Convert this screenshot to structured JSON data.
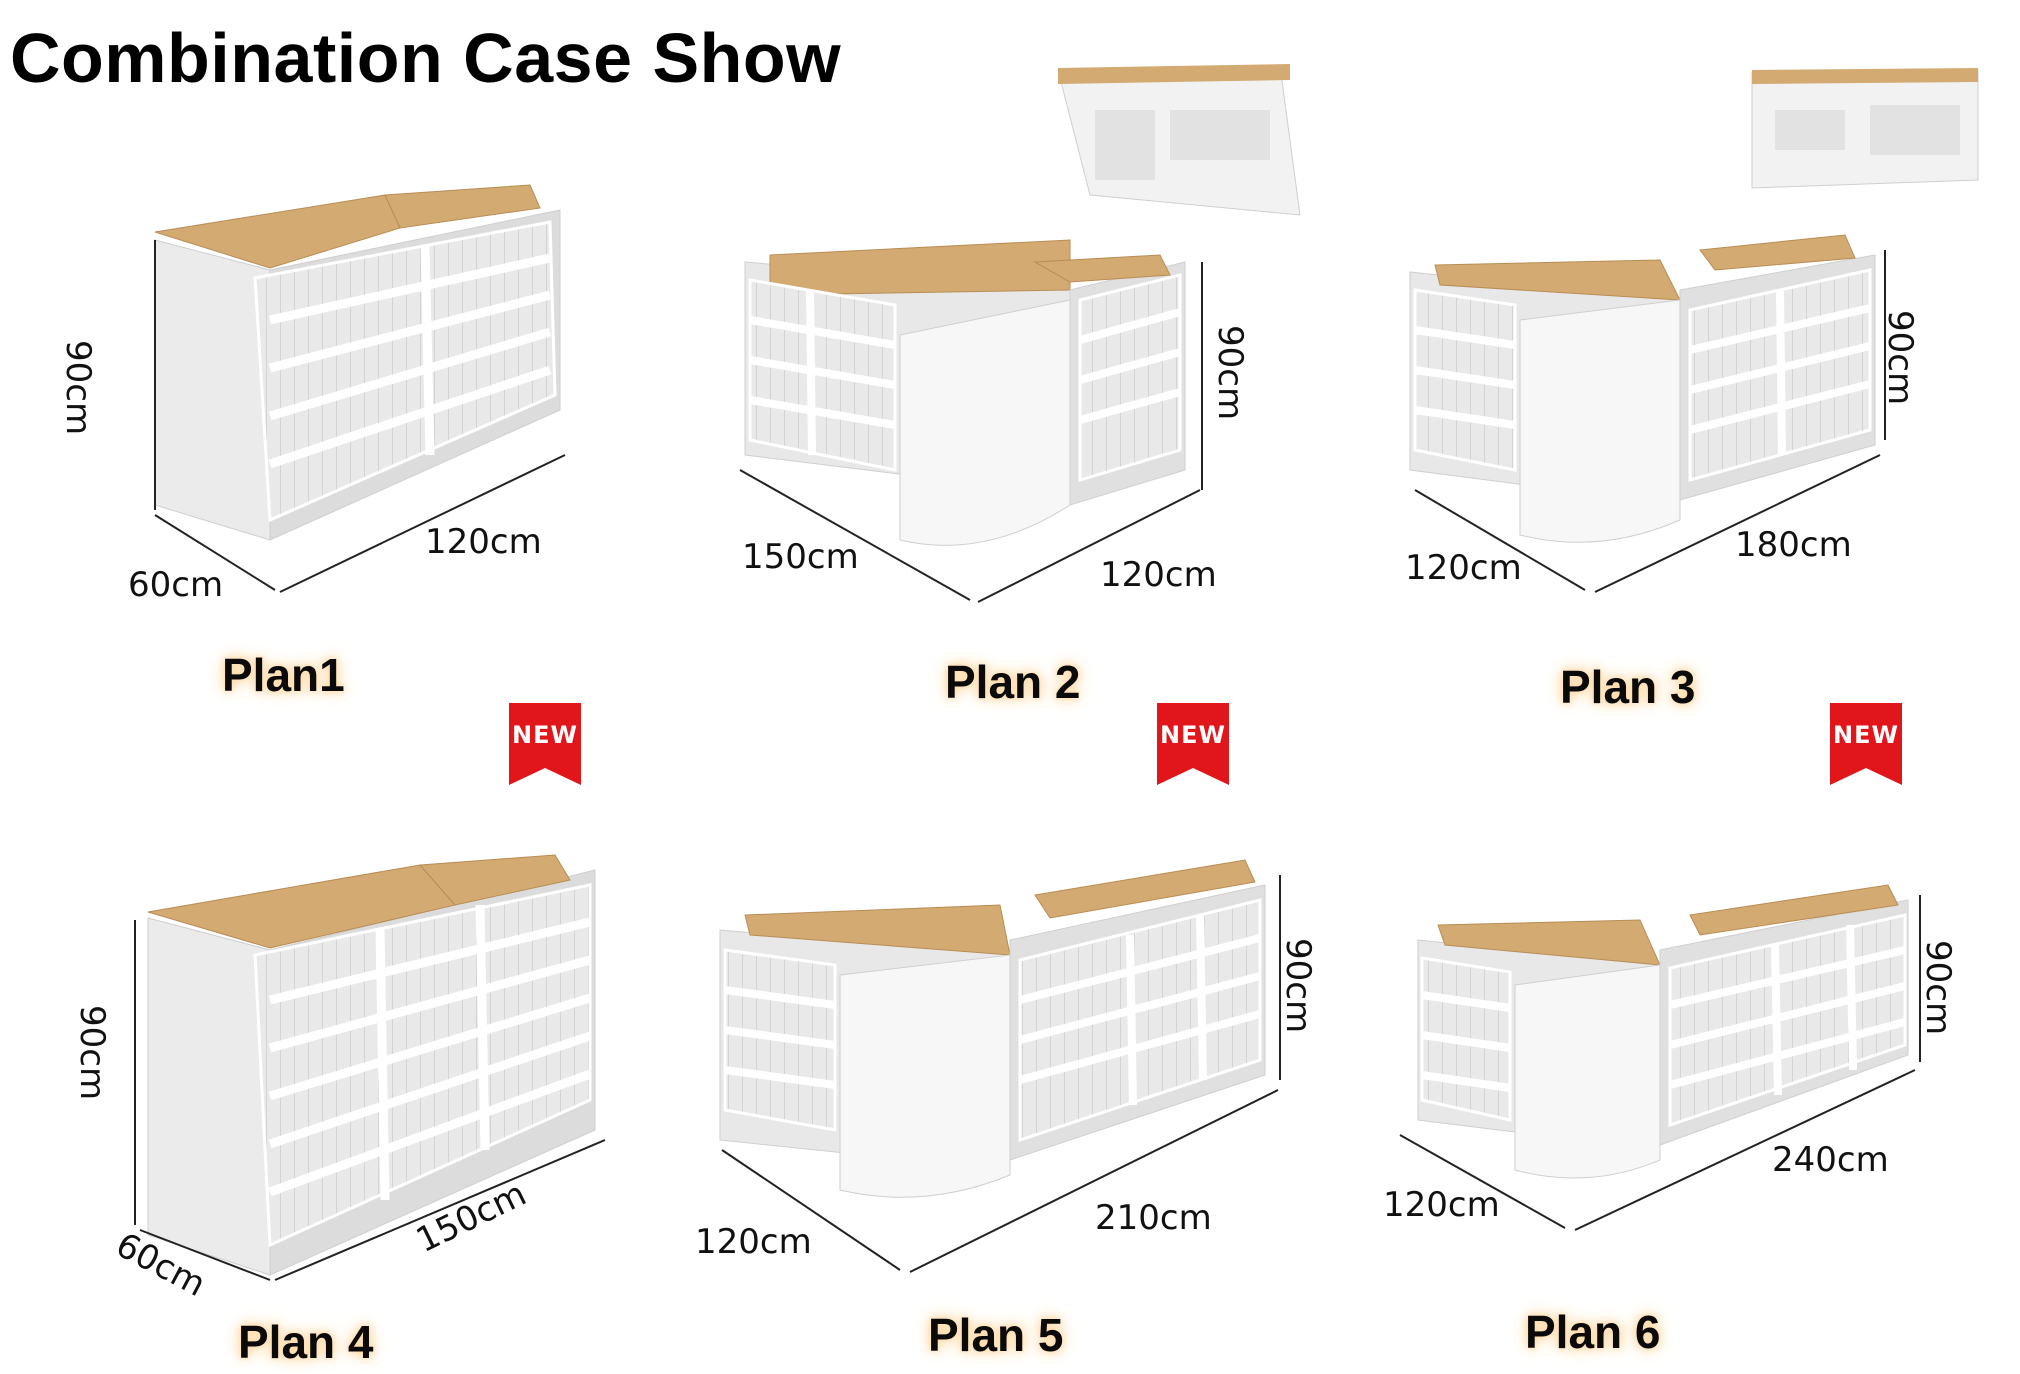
{
  "title": "Combination Case Show",
  "badge_text": "NEW",
  "colors": {
    "wood": "#d3aa72",
    "wood_dark": "#b88d55",
    "cabinet": "#f2f2f2",
    "cabinet_shadow": "#d9d9d9",
    "badge": "#e0161b"
  },
  "plans": [
    {
      "label": "Plan1",
      "dims": {
        "height": "90cm",
        "depth": "60cm",
        "length": "120cm"
      }
    },
    {
      "label": "Plan 2",
      "dims": {
        "height": "90cm",
        "depth": "150cm",
        "length": "120cm"
      }
    },
    {
      "label": "Plan 3",
      "dims": {
        "height": "90cm",
        "depth": "120cm",
        "length": "180cm"
      }
    },
    {
      "label": "Plan 4",
      "dims": {
        "height": "90cm",
        "depth": "60cm",
        "length": "150cm"
      }
    },
    {
      "label": "Plan 5",
      "dims": {
        "height": "90cm",
        "depth": "120cm",
        "length": "210cm"
      }
    },
    {
      "label": "Plan 6",
      "dims": {
        "height": "90cm",
        "depth": "120cm",
        "length": "240cm"
      }
    }
  ]
}
